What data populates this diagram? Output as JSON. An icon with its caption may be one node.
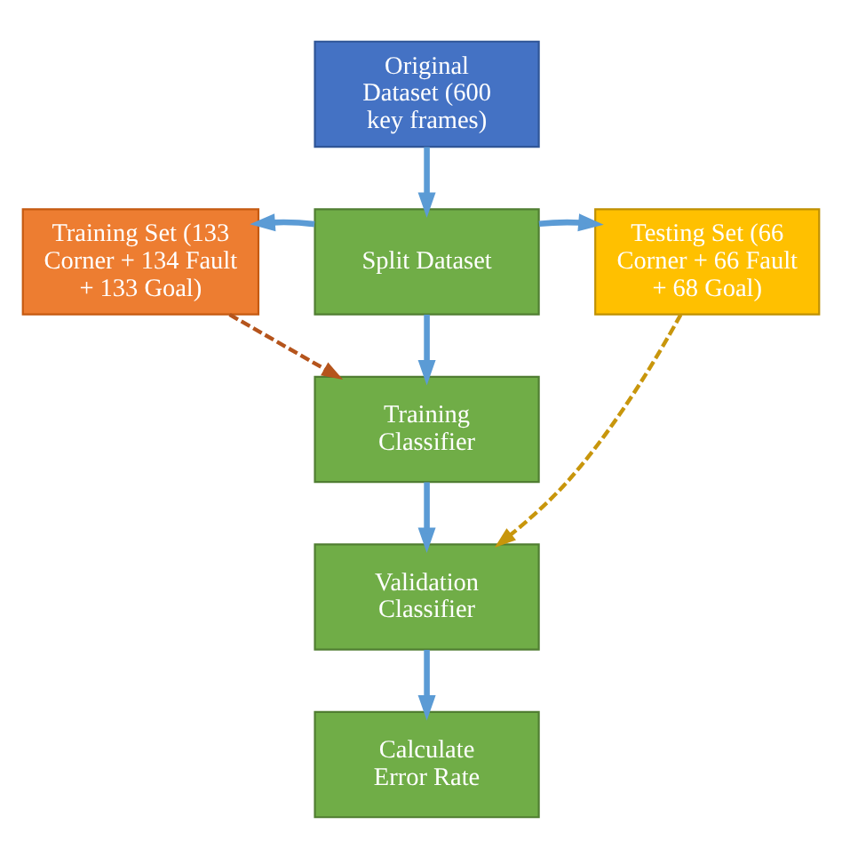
{
  "diagram": {
    "nodes": [
      {
        "text": [
          "Original Dataset (600 key frames)"
        ]
      },
      {
        "text": [
          "Training Set (133 Corner + 134 Fault + 133 Goal)"
        ]
      },
      {
        "text": [
          "Split Dataset"
        ]
      },
      {
        "text": [
          "Testing Set (66 Corner + 66 Fault + 68 Goal)"
        ]
      },
      {
        "text": [
          "Training Classifier"
        ]
      },
      {
        "text": [
          "Validation Classifier"
        ]
      },
      {
        "text": [
          "Calculate Error Rate"
        ]
      }
    ],
    "edges": [
      {
        "from": 0,
        "to": 2,
        "arrow": "to"
      },
      {
        "from": 2,
        "to": 1,
        "arrow": "to"
      },
      {
        "from": 2,
        "to": 3,
        "arrow": "to"
      },
      {
        "from": 2,
        "to": 4,
        "arrow": "to"
      },
      {
        "from": 1,
        "to": 4,
        "arrow": "to",
        "style": "dashed",
        "color": "#b5541c"
      },
      {
        "from": 4,
        "to": 5,
        "arrow": "to"
      },
      {
        "from": 3,
        "to": 5,
        "arrow": "to",
        "style": "dashed",
        "color": "#c8960c"
      },
      {
        "from": 5,
        "to": 6,
        "arrow": "to"
      }
    ]
  }
}
